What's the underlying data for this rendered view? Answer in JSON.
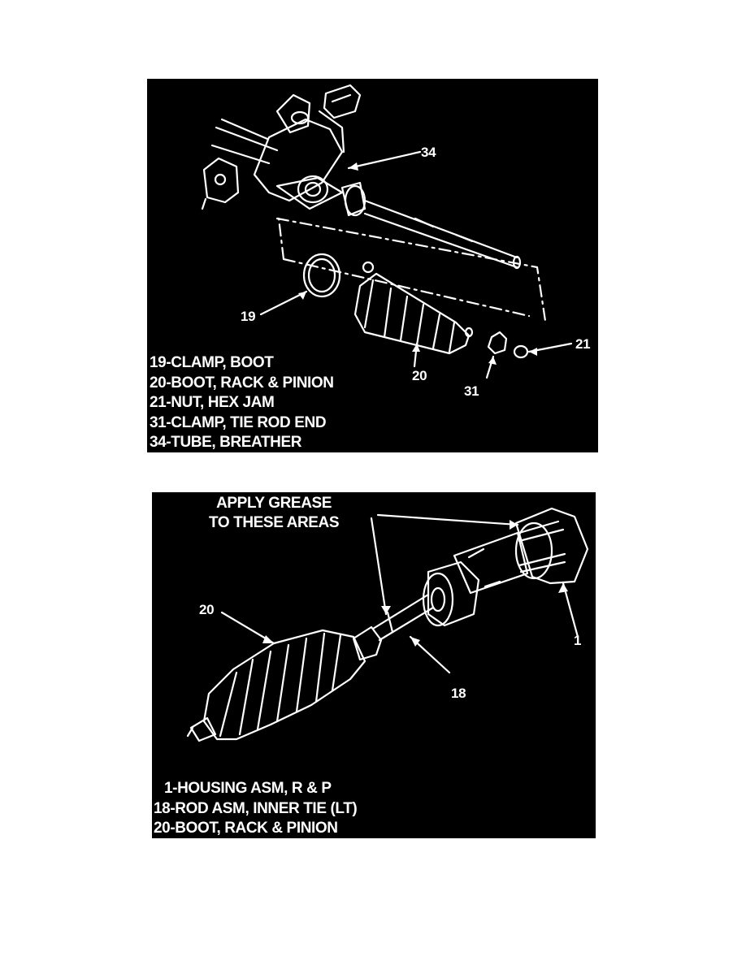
{
  "figure1": {
    "callouts": {
      "c34": "34",
      "c19": "19",
      "c20": "20",
      "c21": "21",
      "c31": "31"
    },
    "legend": [
      "19-CLAMP, BOOT",
      "20-BOOT, RACK & PINION",
      "21-NUT, HEX JAM",
      "31-CLAMP, TIE ROD END",
      "34-TUBE, BREATHER"
    ]
  },
  "figure2": {
    "note_line1": "APPLY GREASE",
    "note_line2": "TO THESE AREAS",
    "callouts": {
      "c20": "20",
      "c18": "18",
      "c1": "1"
    },
    "legend": [
      "1-HOUSING ASM, R & P",
      "18-ROD ASM, INNER TIE (LT)",
      "20-BOOT, RACK & PINION"
    ]
  }
}
